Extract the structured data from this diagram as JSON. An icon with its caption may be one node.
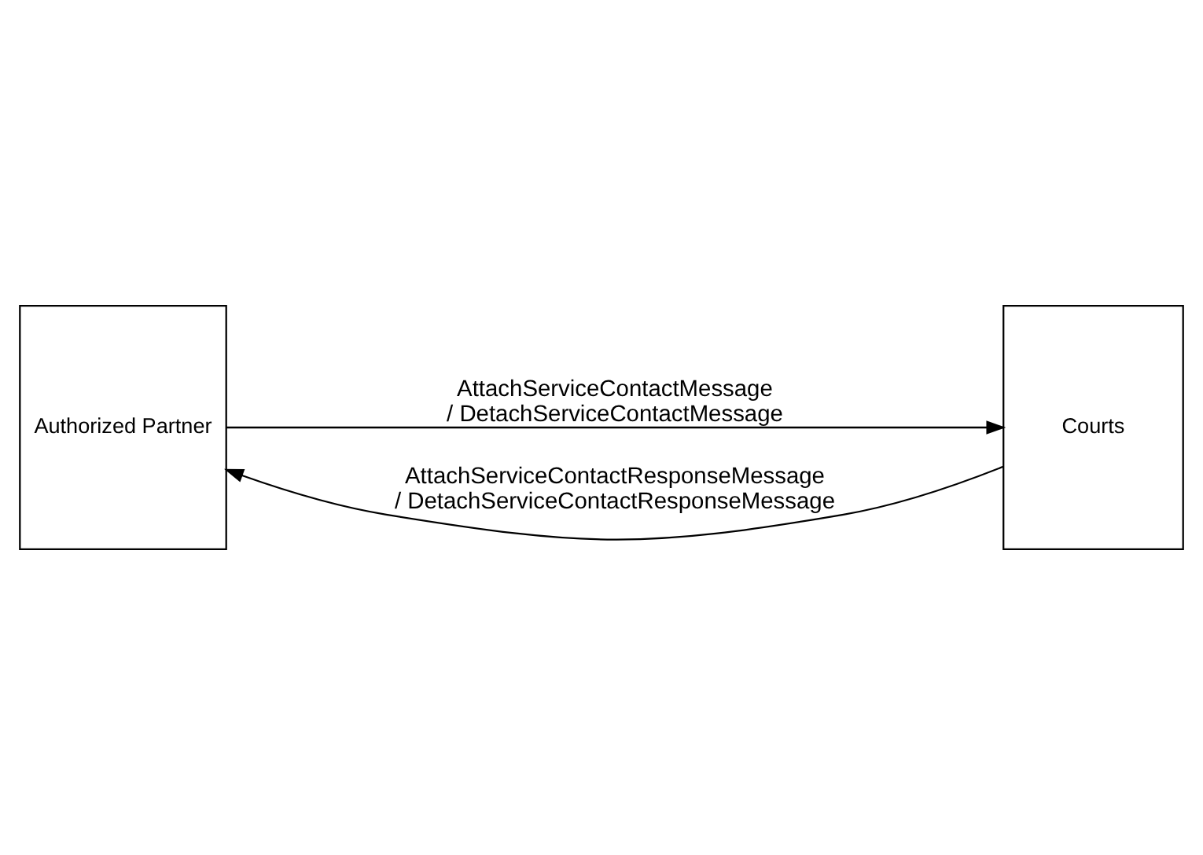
{
  "diagram": {
    "nodes": [
      {
        "text": [
          "Authorized Partner"
        ]
      },
      {
        "text": [
          "Courts"
        ]
      }
    ],
    "edges": [
      {
        "from": 0,
        "to": 1,
        "arrow": "to",
        "label": "AttachServiceContactMessage / DetachServiceContactMessage"
      },
      {
        "from": 1,
        "to": 0,
        "arrow": "to",
        "label": "AttachServiceContactResponseMessage / DetachServiceContactResponseMessage"
      }
    ]
  }
}
